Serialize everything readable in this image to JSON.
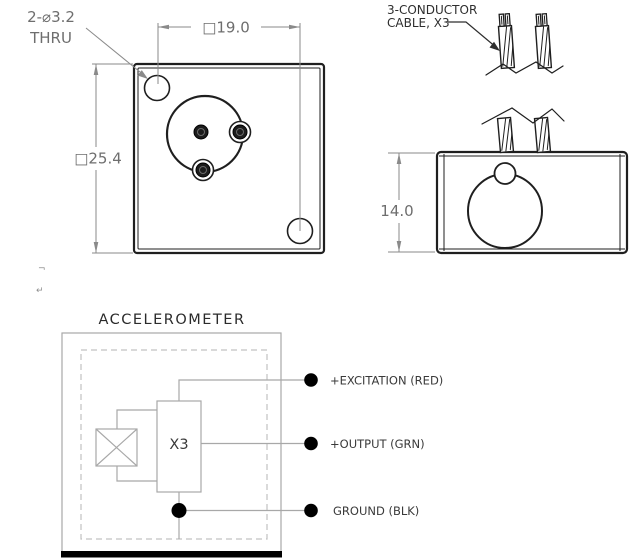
{
  "colors": {
    "background": "#ffffff",
    "part_line": "#1f1f1f",
    "dim_line": "#8a8a8a",
    "dim_text": "#6e6e6e",
    "callout_text": "#2e2e2e",
    "schematic_line": "#a8a8a8",
    "dashed_line": "#c2c2c2",
    "title_text": "#2b2b2b",
    "label_text": "#3a3a3a",
    "terminal_fill": "#000000"
  },
  "front_view": {
    "hole_callout_line1": "2-⌀3.2",
    "hole_callout_line2": "THRU",
    "hole_spacing_dim": "□19.0",
    "body_size_dim": "□25.4"
  },
  "side_view": {
    "cable_callout_line1": "3-CONDUCTOR",
    "cable_callout_line2": "CABLE, X3",
    "height_dim": "14.0"
  },
  "schematic": {
    "title": "ACCELEROMETER",
    "connector_label": "X3",
    "terminals": [
      {
        "label": "+EXCITATION (RED)"
      },
      {
        "label": "+OUTPUT (GRN)"
      },
      {
        "label": "GROUND (BLK)"
      }
    ]
  },
  "artifacts": {
    "mark1": "¬",
    "mark2": "↵"
  }
}
